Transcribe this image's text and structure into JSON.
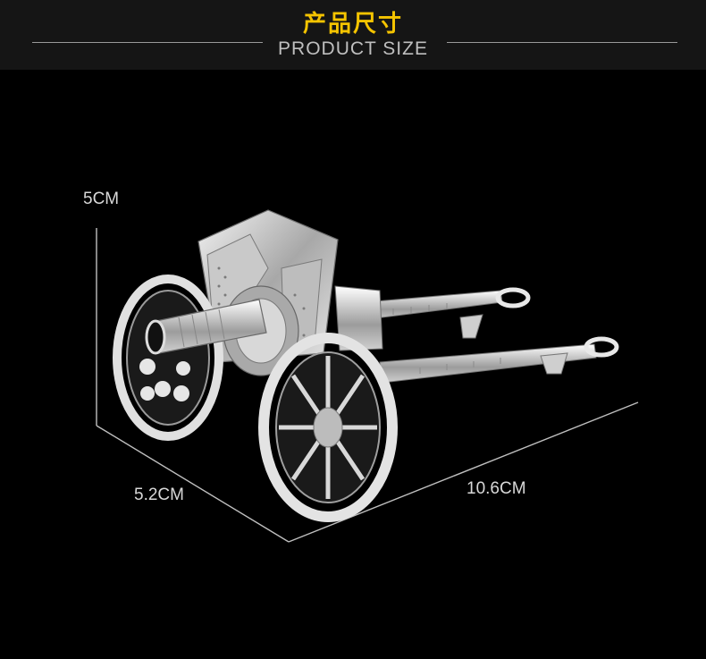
{
  "header": {
    "title_cn": "产品尺寸",
    "title_en": "PRODUCT SIZE"
  },
  "dimensions": {
    "height": "5CM",
    "width": "5.2CM",
    "length": "10.6CM"
  },
  "colors": {
    "background": "#000000",
    "header_background": "#151515",
    "title_accent": "#f5c400",
    "dimension_line": "#bfbfbf"
  }
}
